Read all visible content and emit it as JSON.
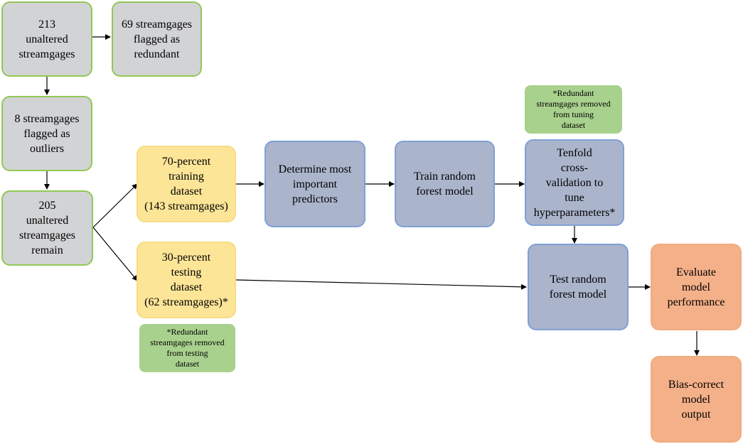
{
  "boxes": {
    "unaltered_213": "213\nunaltered\nstreamgages",
    "redundant_69": "69 streamgages\nflagged as\nredundant",
    "outliers_8": "8 streamgages\nflagged as\noutliers",
    "remain_205": "205\nunaltered\nstreamgages\nremain",
    "training": "70-percent\ntraining\ndataset\n(143 streamgages)",
    "testing": "30-percent\ntesting\ndataset\n(62 streamgages)*",
    "predictors": "Determine most\nimportant\npredictors",
    "train_model": "Train random\nforest model",
    "tenfold": "Tenfold\ncross-\nvalidation to\ntune\nhyperparameters*",
    "test_model": "Test random\nforest model",
    "evaluate": "Evaluate\nmodel\nperformance",
    "bias_correct": "Bias-correct\nmodel\noutput"
  },
  "notes": {
    "tuning": "*Redundant\nstreamgages removed\nfrom tuning\ndataset",
    "testing": "*Redundant\nstreamgages removed\nfrom testing\ndataset"
  },
  "colors": {
    "gray_fill": "#d2d3d5",
    "gray_border": "#92c756",
    "yellow_fill": "#fde597",
    "blue_fill": "#aab4cb",
    "orange_fill": "#f4b088",
    "note_fill": "#a9d18e",
    "arrow": "#000000"
  }
}
